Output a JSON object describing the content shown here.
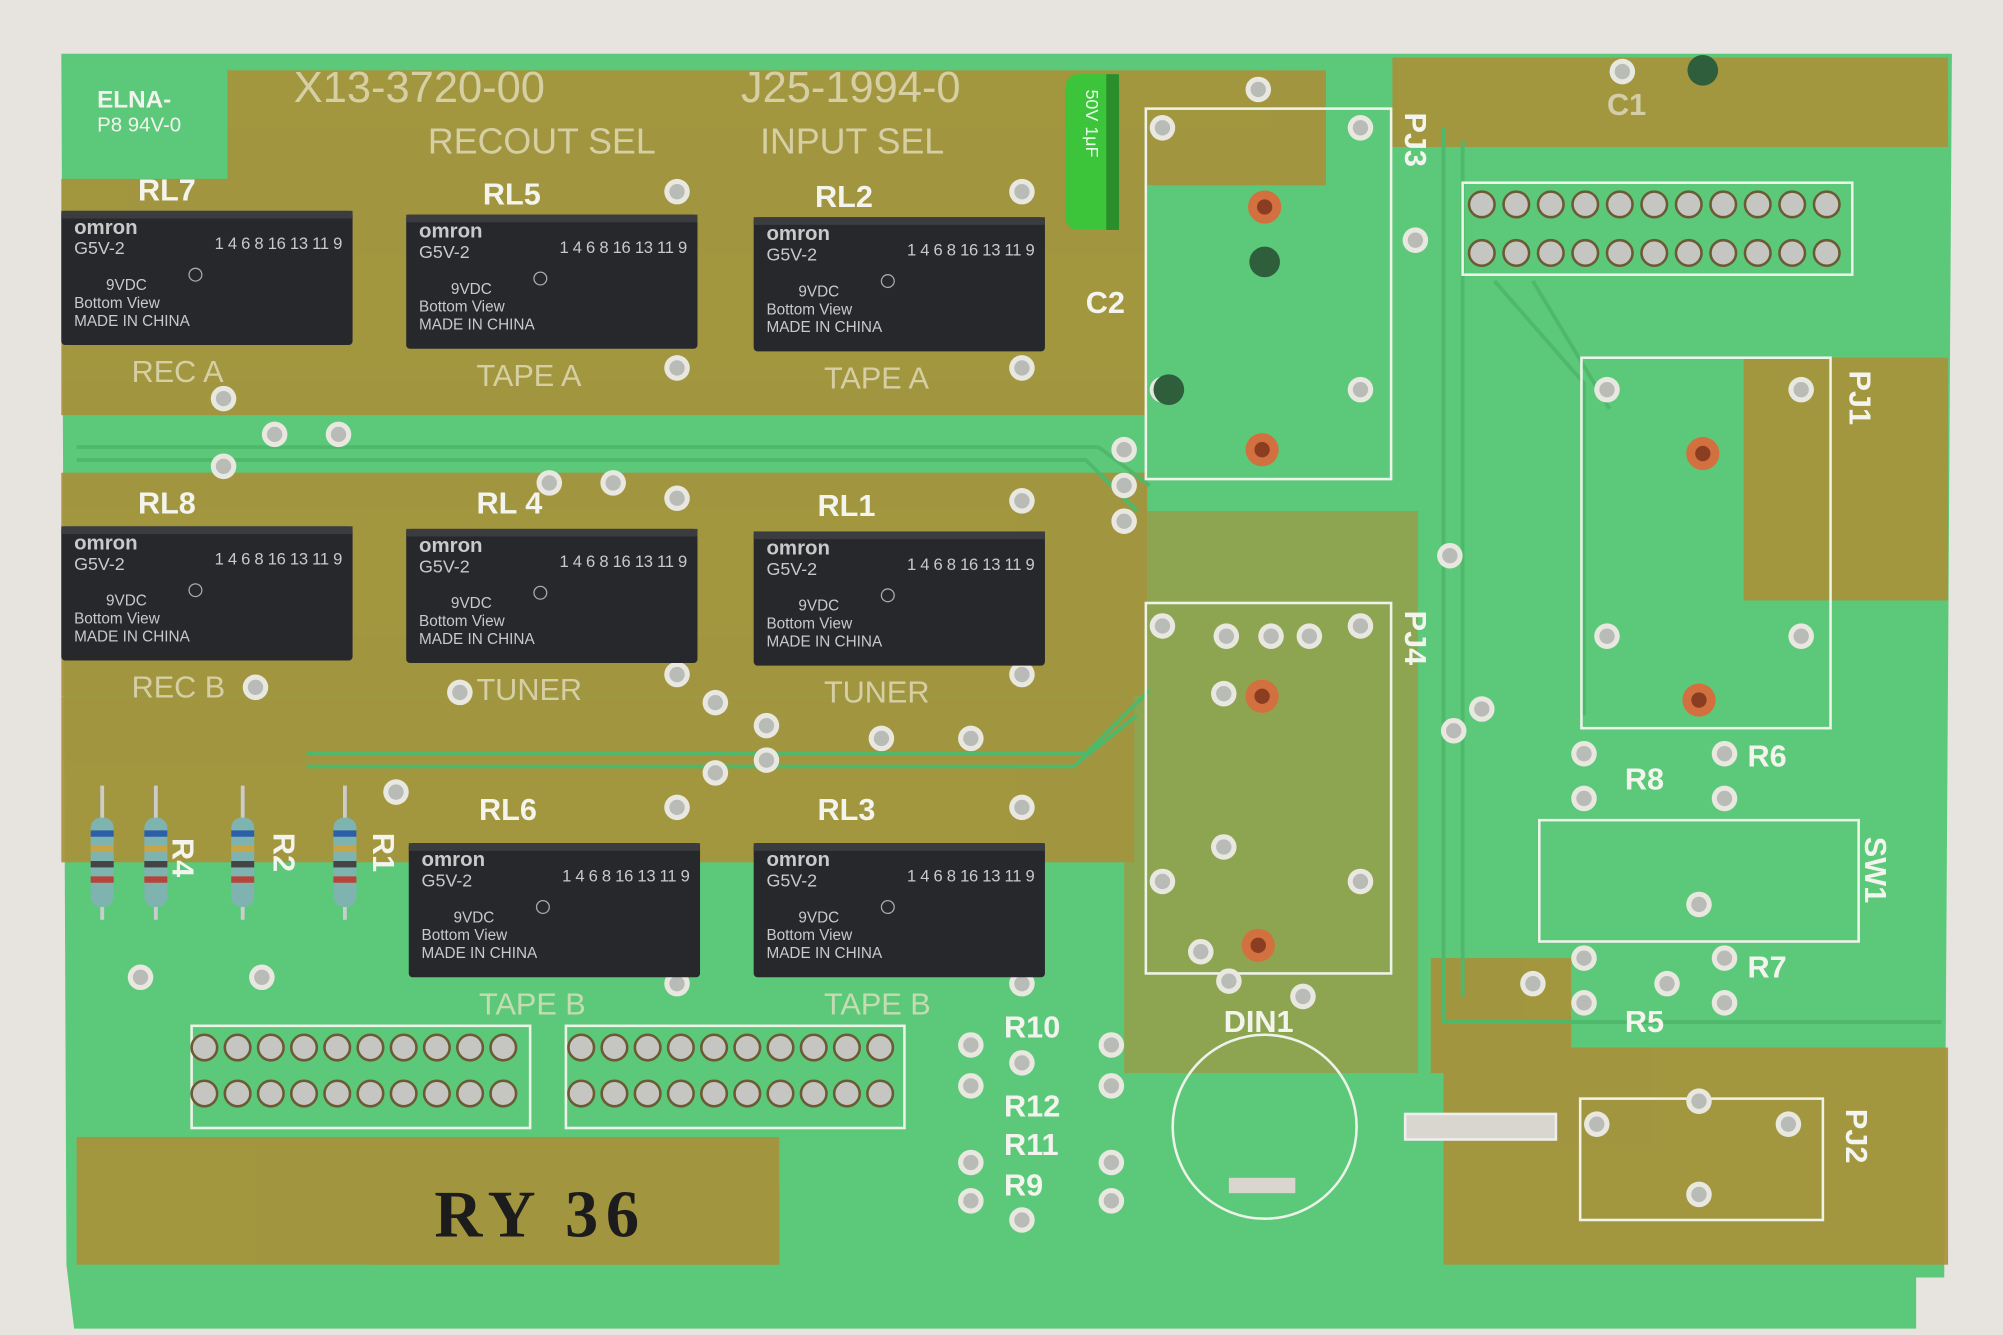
{
  "board": {
    "maker": "ELNA-",
    "rating": "P8 94V-0",
    "part_number": "X13-3720-00",
    "code": "J25-1994-0",
    "section_left": "RECOUT SEL",
    "section_right": "INPUT SEL",
    "handwritten": "RY 36"
  },
  "relay_text": {
    "brand": "omron",
    "model": "G5V-2",
    "voltage": "9VDC",
    "view": "Bottom View",
    "origin": "MADE IN CHINA",
    "pins": "1 4 6 8 16 13 11 9"
  },
  "relays": [
    {
      "ref": "RL7",
      "function": "REC A"
    },
    {
      "ref": "RL5",
      "function": "TAPE A"
    },
    {
      "ref": "RL2",
      "function": "TAPE A"
    },
    {
      "ref": "RL8",
      "function": "REC B"
    },
    {
      "ref": "RL 4",
      "function": "TUNER"
    },
    {
      "ref": "RL1",
      "function": "TUNER"
    },
    {
      "ref": "RL6",
      "function": "TAPE B"
    },
    {
      "ref": "RL3",
      "function": "TAPE B"
    }
  ],
  "designators": {
    "pj1": "PJ1",
    "pj2": "PJ2",
    "pj3": "PJ3",
    "pj4": "PJ4",
    "sw1": "SW1",
    "din1": "DIN1",
    "c1": "C1",
    "c2": "C2",
    "r1": "R1",
    "r2": "R2",
    "r4": "R4",
    "r5": "R5",
    "r6": "R6",
    "r7": "R7",
    "r8": "R8",
    "r9": "R9",
    "r10": "R10",
    "r11": "R11",
    "r12": "R12"
  },
  "capacitor": {
    "marking": "50V 1μF"
  },
  "colors": {
    "pcb": "#5cc97a",
    "copper": "#b39a3a",
    "relay": "#26282c",
    "silk": "#f4f4ee"
  }
}
